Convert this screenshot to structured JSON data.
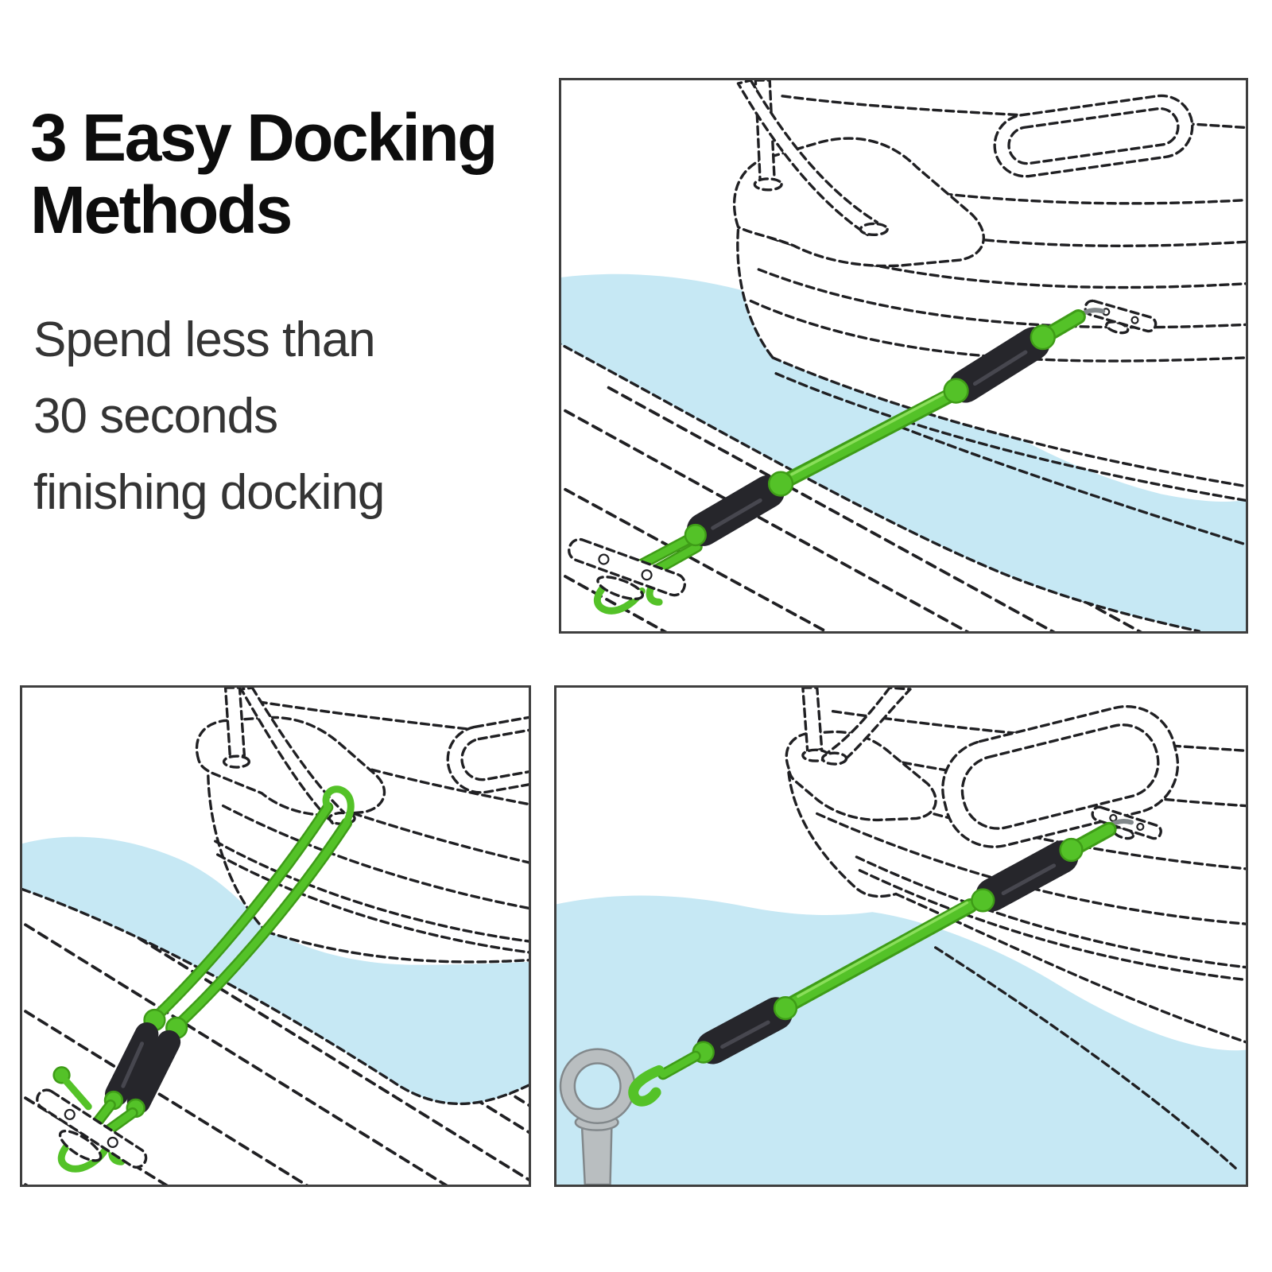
{
  "header": {
    "title_line1": "3 Easy Docking",
    "title_line2": "Methods",
    "subtitle_line1": "Spend less than",
    "subtitle_line2": "30 seconds",
    "subtitle_line3": "finishing docking"
  },
  "panels": [
    {
      "id": "method-1-dock-cleat"
    },
    {
      "id": "method-2-rail-loop"
    },
    {
      "id": "method-3-piling-ring"
    }
  ],
  "colors": {
    "ink": "#202023",
    "water_blue": "#c6e8f4",
    "rope_green": "#54c228",
    "rope_green_dark": "#3e9c17",
    "rope_green_light": "#8ade5a",
    "snubber_black": "#26262b",
    "snubber_highlight": "#47474f",
    "pole_gray": "#b9bec0",
    "pole_gray_dark": "#82888b",
    "panel_border": "#3f3f3f",
    "title_color": "#0d0d0d",
    "subtitle_color": "#343434"
  }
}
